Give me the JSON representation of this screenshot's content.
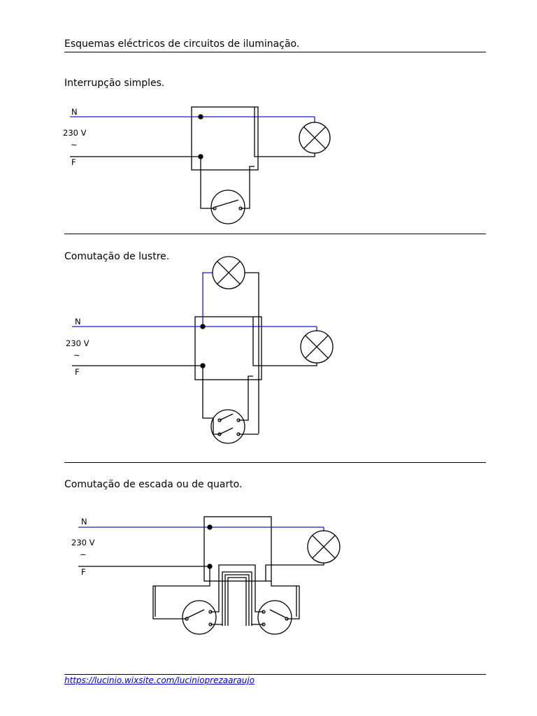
{
  "header": {
    "title": "Esquemas eléctricos de circuitos de iluminação."
  },
  "sections": [
    {
      "title": "Interrupção simples.",
      "neutral": "N",
      "voltage": "230 V",
      "ac": "~",
      "phase": "F"
    },
    {
      "title": "Comutação de lustre.",
      "neutral": "N",
      "voltage": "230 V",
      "ac": "~",
      "phase": "F"
    },
    {
      "title": "Comutação de escada ou de quarto.",
      "neutral": "N",
      "voltage": "230 V",
      "ac": "~",
      "phase": "F"
    }
  ],
  "footer": {
    "link": "https://lucinio.wixsite.com/lucinioprezaaraujo"
  },
  "colors": {
    "neutral_wire": "#1a1acc",
    "phase_wire": "#000000",
    "ink": "#000000"
  }
}
